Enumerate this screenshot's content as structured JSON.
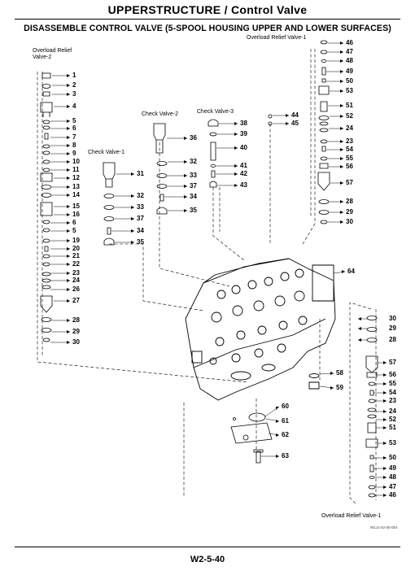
{
  "header": {
    "section_title": "UPPERSTRUCTURE / Control Valve",
    "procedure_title": "DISASSEMBLE CONTROL VALVE (5-SPOOL HOUSING UPPER AND LOWER SURFACES)"
  },
  "groups": {
    "relief2_line1": "Overload Relief",
    "relief2_line2": "Valve-2",
    "relief1_top": "Overload Relief Valve-1",
    "relief1_bottom": "Overload Relief Valve-1",
    "check1": "Check Valve-1",
    "check2": "Check Valve-2",
    "check3": "Check Valve-3"
  },
  "callouts": {
    "left": [
      "1",
      "2",
      "3",
      "4",
      "5",
      "6",
      "7",
      "8",
      "9",
      "10",
      "11",
      "12",
      "13",
      "14",
      "15",
      "16",
      "6",
      "5",
      "19",
      "20",
      "21",
      "22",
      "23",
      "24",
      "26",
      "27",
      "28",
      "29",
      "30"
    ],
    "check1": [
      "31",
      "32",
      "33",
      "37",
      "34",
      "35"
    ],
    "check2": [
      "36",
      "32",
      "33",
      "37",
      "34",
      "35"
    ],
    "check3": [
      "38",
      "39",
      "40",
      "41",
      "42",
      "43"
    ],
    "mid": [
      "44",
      "45"
    ],
    "right_top": [
      "46",
      "47",
      "48",
      "49",
      "50",
      "53",
      "51",
      "52",
      "24",
      "23",
      "54",
      "55",
      "56",
      "57",
      "28",
      "29",
      "30"
    ],
    "body": [
      "64",
      "58",
      "59",
      "60",
      "61",
      "62",
      "63"
    ],
    "right_bottom": [
      "30",
      "29",
      "28",
      "57",
      "56",
      "55",
      "54",
      "23",
      "24",
      "52",
      "51",
      "53",
      "50",
      "49",
      "48",
      "47",
      "46"
    ]
  },
  "footer": {
    "page_number": "W2-5-40",
    "figure_code": "W1J1-02-05-054"
  }
}
